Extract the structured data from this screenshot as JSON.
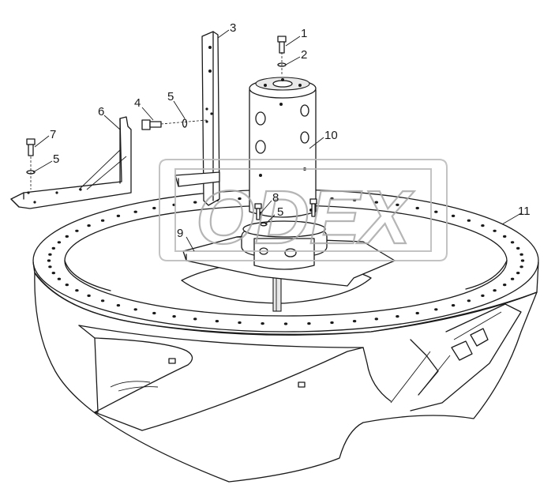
{
  "watermark": {
    "text": "ODEX"
  },
  "callouts": [
    {
      "id": "c1",
      "label": "1"
    },
    {
      "id": "c2",
      "label": "2"
    },
    {
      "id": "c3",
      "label": "3"
    },
    {
      "id": "c4",
      "label": "4"
    },
    {
      "id": "c5a",
      "label": "5"
    },
    {
      "id": "c6",
      "label": "6"
    },
    {
      "id": "c7",
      "label": "7"
    },
    {
      "id": "c5b",
      "label": "5"
    },
    {
      "id": "c8",
      "label": "8"
    },
    {
      "id": "c5c",
      "label": "5"
    },
    {
      "id": "c9",
      "label": "9"
    },
    {
      "id": "c10",
      "label": "10"
    },
    {
      "id": "c11",
      "label": "11"
    }
  ]
}
